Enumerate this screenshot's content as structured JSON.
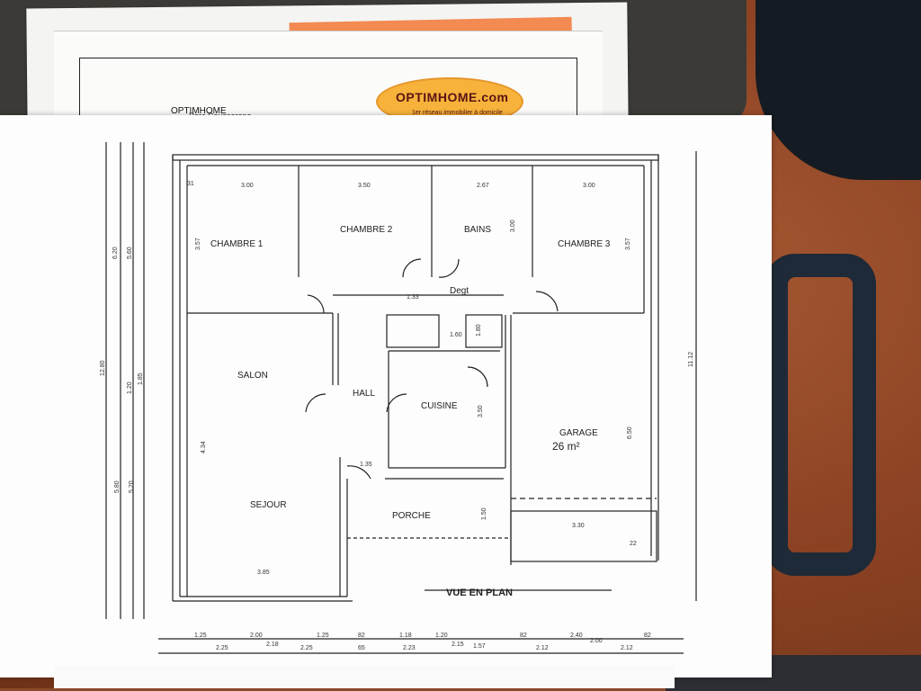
{
  "documents": {
    "letter_company": "OPTIMHOME",
    "letter_address": "Parc Causserene",
    "logo_text": "OPTIMHOME.com",
    "logo_tagline": "1er réseau immobilier à domicile"
  },
  "floor_plan": {
    "rooms": {
      "chambre1": "CHAMBRE 1",
      "chambre2": "CHAMBRE 2",
      "bains": "BAINS",
      "chambre3": "CHAMBRE 3",
      "degt": "Degt",
      "salon": "SALON",
      "hall": "HALL",
      "cuisine": "CUISINE",
      "garage": "GARAGE",
      "garage_area": "26 m²",
      "sejour": "SEJOUR",
      "porche": "PORCHE"
    },
    "title": "VUE EN PLAN",
    "top_dims": [
      "3.00",
      "3.50",
      "2.67",
      "3.00"
    ],
    "bottom_dims": [
      "1.25",
      "2.25",
      "2.00",
      "2.18",
      "1.25",
      "2.25",
      "82",
      "65",
      "1.18",
      "2.23",
      "1.20",
      "2.15",
      "1.57",
      "82",
      "2.12",
      "2.40",
      "2.00",
      "82",
      "2.12"
    ],
    "left_dims": [
      "6.20",
      "5.60",
      "12.80",
      "1.20",
      "1.85",
      "5.80",
      "5.20"
    ],
    "right_dims": [
      "11.12"
    ],
    "inner_dims": [
      "3.57",
      "3.00",
      "3.57",
      "3.50",
      "6.50",
      "4.34",
      "3.30",
      "3.85",
      "1.35",
      "1.50",
      "1.33",
      "1.60",
      "1.80",
      "31",
      "22"
    ]
  }
}
